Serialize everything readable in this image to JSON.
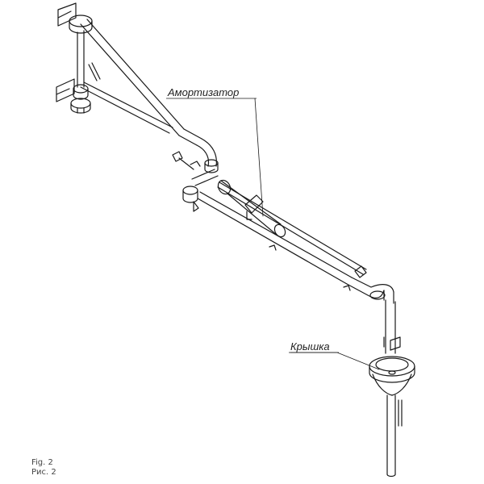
{
  "callouts": {
    "shock_absorber": "Амортизатор",
    "cover": "Крышка"
  },
  "caption": {
    "en": "Fig. 2",
    "ru": "Рис. 2"
  },
  "colors": {
    "line": "#1a1a1a",
    "background": "#ffffff"
  }
}
